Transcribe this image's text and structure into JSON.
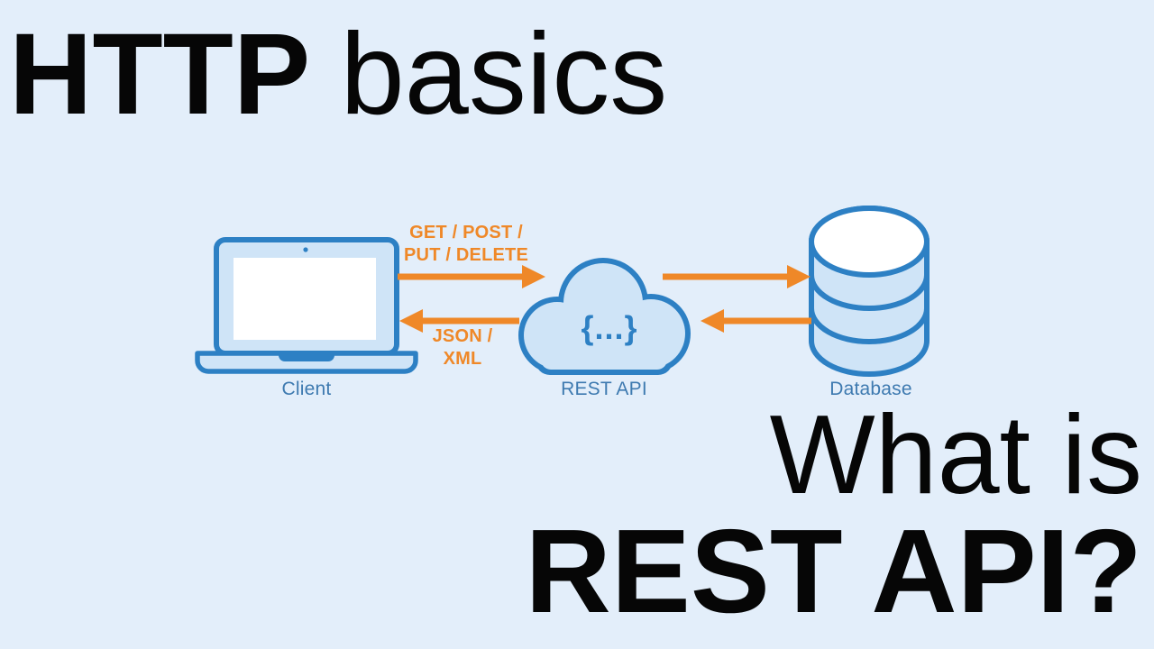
{
  "title": {
    "bold": "HTTP",
    "regular": "basics"
  },
  "question": {
    "line1": "What is",
    "line2": "REST API?"
  },
  "diagram": {
    "client": {
      "label": "Client"
    },
    "rest_api": {
      "label": "REST API",
      "code_glyph": "{...}"
    },
    "database": {
      "label": "Database"
    },
    "request": {
      "line1": "GET / POST /",
      "line2": "PUT / DELETE"
    },
    "response": {
      "line1": "JSON /",
      "line2": "XML"
    }
  },
  "colors": {
    "bg": "#e3eefa",
    "stroke": "#2d80c4",
    "fill": "#cfe4f7",
    "label": "#3e7ab0",
    "orange": "#ef8828",
    "ink": "#060606"
  }
}
